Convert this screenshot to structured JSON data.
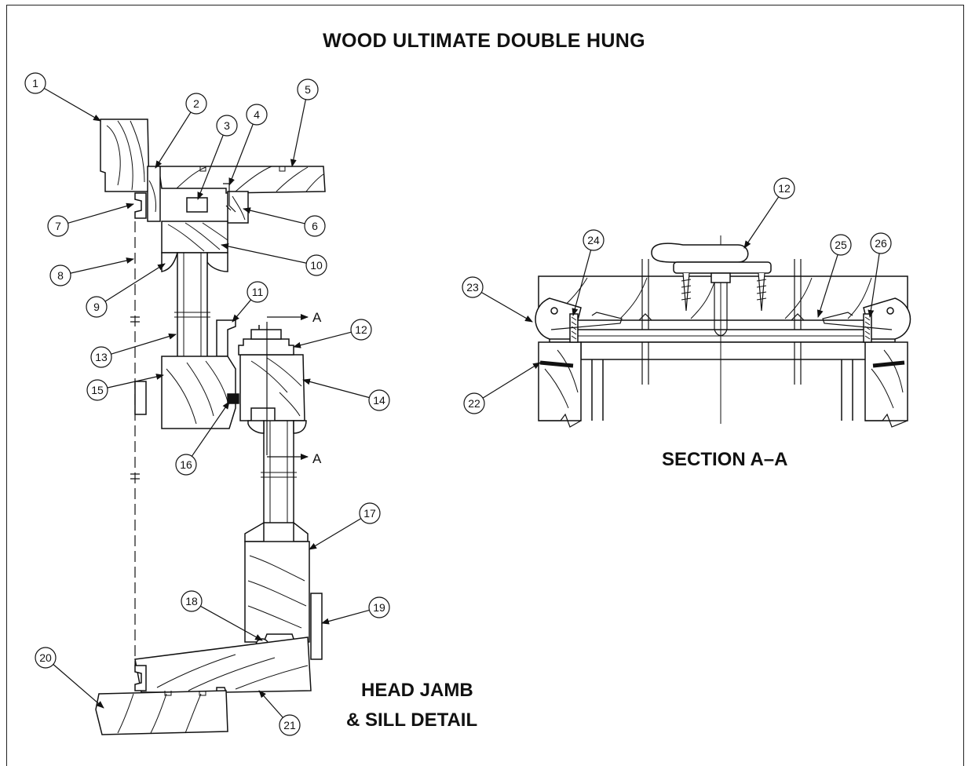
{
  "title": "WOOD ULTIMATE DOUBLE HUNG",
  "head_caption_line1": "HEAD JAMB",
  "head_caption_line2": "& SILL DETAIL",
  "section_caption": "SECTION A–A",
  "section_marker": "A",
  "callouts": [
    "1",
    "2",
    "3",
    "4",
    "5",
    "6",
    "7",
    "8",
    "9",
    "10",
    "11",
    "12",
    "13",
    "14",
    "15",
    "16",
    "17",
    "18",
    "19",
    "20",
    "21",
    "22",
    "23",
    "24",
    "25",
    "26"
  ],
  "colors": {
    "line": "#111111",
    "paper": "#ffffff"
  }
}
